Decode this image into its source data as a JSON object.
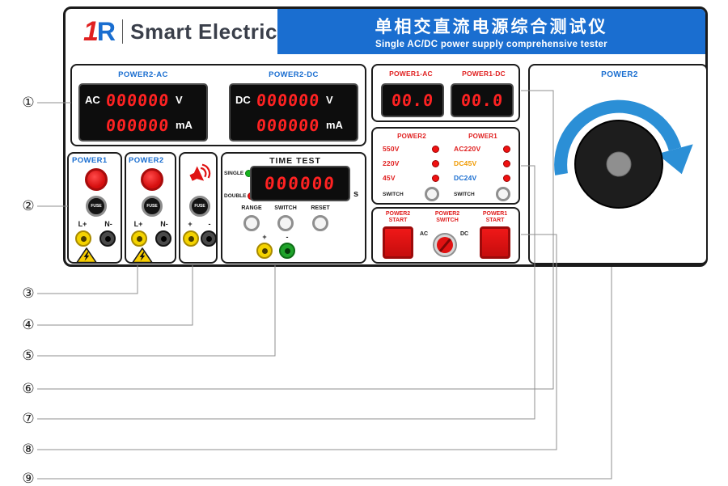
{
  "header": {
    "logo_accent": "1",
    "logo_letter": "R",
    "brand": "Smart Electric",
    "title_zh": "单相交直流电源综合测试仪",
    "title_en": "Single AC/DC power supply comprehensive tester"
  },
  "colors": {
    "header_blue": "#1a6ed0",
    "label_blue": "#1a6ed0",
    "label_red": "#e02020",
    "display_digit_red": "#ff2222",
    "led_red": "#f01111",
    "led_green": "#17b31e",
    "button_red": "#e01212",
    "terminal_yellow": "#f4d300",
    "terminal_green": "#1fa32a",
    "knob_arrow_blue": "#2b8fd6"
  },
  "power2_display_panel": {
    "ac": {
      "label": "POWER2-AC",
      "prefix": "AC",
      "voltage": "000000",
      "voltage_unit": "V",
      "current": "000000",
      "current_unit": "mA"
    },
    "dc": {
      "label": "POWER2-DC",
      "prefix": "DC",
      "voltage": "000000",
      "voltage_unit": "V",
      "current": "000000",
      "current_unit": "mA"
    }
  },
  "power1_display_panel": {
    "ac": {
      "label": "POWER1-AC",
      "value": "00.0"
    },
    "dc": {
      "label": "POWER1-DC",
      "value": "00.0"
    }
  },
  "knob_panel": {
    "label": "POWER2"
  },
  "power1_terminal_section": {
    "label": "POWER1",
    "fuse": "FUSE",
    "positive": "L+",
    "negative": "N-"
  },
  "power2_terminal_section": {
    "label": "POWER2",
    "fuse": "FUSE",
    "positive": "L+",
    "negative": "N-"
  },
  "buzzer_section": {
    "fuse": "FUSE",
    "positive": "+",
    "negative": "-"
  },
  "time_test_section": {
    "title": "TIME TEST",
    "single_label": "SINGLE",
    "double_label": "DOUBLE",
    "value": "000000",
    "unit": "s",
    "range_label": "RANGE",
    "switch_label": "SWITCH",
    "reset_label": "RESET",
    "positive": "+",
    "negative": "-"
  },
  "selector_panel": {
    "power2_label": "POWER2",
    "power1_label": "POWER1",
    "power2_items": [
      {
        "label": "550V"
      },
      {
        "label": "220V"
      },
      {
        "label": "45V"
      }
    ],
    "power1_items": [
      {
        "label": "AC220V"
      },
      {
        "label": "DC45V"
      },
      {
        "label": "DC24V"
      }
    ],
    "power2_switch_label": "SWITCH",
    "power1_switch_label": "SWITCH"
  },
  "start_section": {
    "power2_start_line1": "POWER2",
    "power2_start_line2": "START",
    "power2_switch_line1": "POWER2",
    "power2_switch_line2": "SWITCH",
    "ac_label": "AC",
    "dc_label": "DC",
    "power1_start_line1": "POWER1",
    "power1_start_line2": "START"
  },
  "callouts": [
    {
      "num": "①"
    },
    {
      "num": "②"
    },
    {
      "num": "③"
    },
    {
      "num": "④"
    },
    {
      "num": "⑤"
    },
    {
      "num": "⑥"
    },
    {
      "num": "⑦"
    },
    {
      "num": "⑧"
    },
    {
      "num": "⑨"
    }
  ]
}
